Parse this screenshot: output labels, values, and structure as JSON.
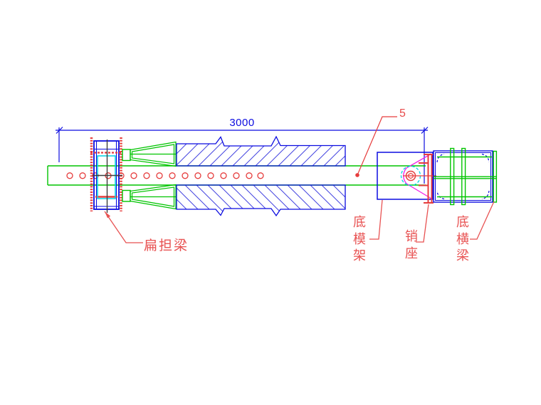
{
  "drawing": {
    "title_hint": "beam formwork assembly technical drawing",
    "dimension": {
      "value": "3000"
    },
    "detail_callout": {
      "value": "5"
    },
    "labels": {
      "flat_carrying_beam": "扁担梁",
      "bottom_formwork_frame": "底模架",
      "pin_seat": "销座",
      "bottom_cross_beam": "底横梁"
    },
    "colors": {
      "line_blue": "#0b0be0",
      "line_green": "#00c400",
      "line_red": "#e63c3c",
      "line_cyan": "#00d4e4",
      "line_magenta": "#f322e8",
      "centerline_dark": "#3c3c3c"
    }
  }
}
